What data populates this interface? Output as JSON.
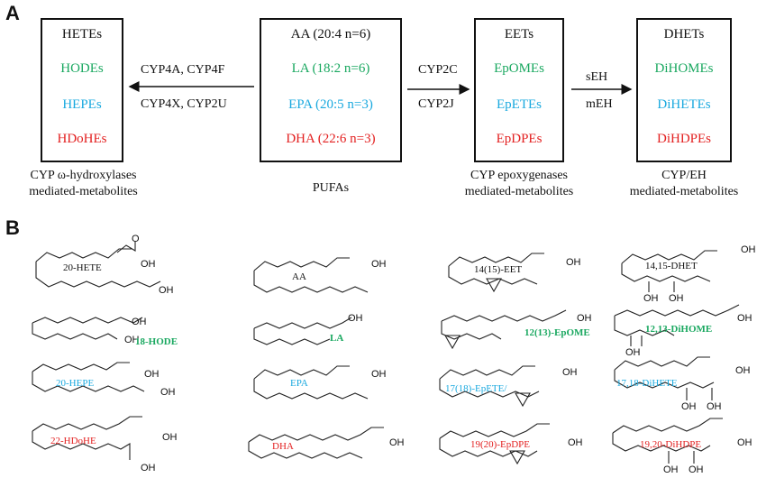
{
  "panel_a": {
    "letter": "A",
    "boxes": [
      {
        "id": "hetes",
        "items": [
          {
            "text": "HETEs",
            "color": "black"
          },
          {
            "text": "HODEs",
            "color": "green"
          },
          {
            "text": "HEPEs",
            "color": "cyan"
          },
          {
            "text": "HDoHEs",
            "color": "red"
          }
        ],
        "caption": [
          "CYP ω-hydroxylases",
          "mediated-metabolites"
        ]
      },
      {
        "id": "pufas",
        "items": [
          {
            "text": "AA (20:4 n=6)",
            "color": "black"
          },
          {
            "text": "LA (18:2 n=6)",
            "color": "green"
          },
          {
            "text": "EPA (20:5 n=3)",
            "color": "cyan"
          },
          {
            "text": "DHA (22:6 n=3)",
            "color": "red"
          }
        ],
        "caption": [
          "PUFAs"
        ]
      },
      {
        "id": "eets",
        "items": [
          {
            "text": "EETs",
            "color": "black"
          },
          {
            "text": "EpOMEs",
            "color": "green"
          },
          {
            "text": "EpETEs",
            "color": "cyan"
          },
          {
            "text": "EpDPEs",
            "color": "red"
          }
        ],
        "caption": [
          "CYP epoxygenases",
          "mediated-metabolites"
        ]
      },
      {
        "id": "dhets",
        "items": [
          {
            "text": "DHETs",
            "color": "black"
          },
          {
            "text": "DiHOMEs",
            "color": "green"
          },
          {
            "text": "DiHETEs",
            "color": "cyan"
          },
          {
            "text": "DiHDPEs",
            "color": "red"
          }
        ],
        "caption": [
          "CYP/EH",
          "mediated-metabolites"
        ]
      }
    ],
    "arrows": [
      {
        "id": "to-hetes",
        "top": "CYP4A, CYP4F",
        "bottom": "CYP4X, CYP2U"
      },
      {
        "id": "to-eets",
        "top": "CYP2C",
        "bottom": "CYP2J"
      },
      {
        "id": "to-dhets",
        "top": "sEH",
        "bottom": "mEH"
      }
    ]
  },
  "panel_b": {
    "letter": "B",
    "oh": "OH",
    "o": "O",
    "molecules": [
      {
        "id": "20-hete",
        "name": "20-HETE",
        "color": "black"
      },
      {
        "id": "18-hode",
        "name": "18-HODE",
        "color": "green"
      },
      {
        "id": "20-hepe",
        "name": "20-HEPE",
        "color": "cyan"
      },
      {
        "id": "22-hdohe",
        "name": "22-HDoHE",
        "color": "red"
      },
      {
        "id": "aa",
        "name": "AA",
        "color": "black"
      },
      {
        "id": "la",
        "name": "LA",
        "color": "green"
      },
      {
        "id": "epa",
        "name": "EPA",
        "color": "cyan"
      },
      {
        "id": "dha",
        "name": "DHA",
        "color": "red"
      },
      {
        "id": "14-15-eet",
        "name": "14(15)-EET",
        "color": "black"
      },
      {
        "id": "12-13-epome",
        "name": "12(13)-EpOME",
        "color": "green"
      },
      {
        "id": "17-18-epete",
        "name": "17(18)-EpETE/",
        "color": "cyan"
      },
      {
        "id": "19-20-epdpe",
        "name": "19(20)-EpDPE",
        "color": "red"
      },
      {
        "id": "14-15-dhet",
        "name": "14,15-DHET",
        "color": "black"
      },
      {
        "id": "12-13-dihome",
        "name": "12,13-DiHOME",
        "color": "green"
      },
      {
        "id": "17-18-dihete",
        "name": "17,18-DiHETE",
        "color": "cyan"
      },
      {
        "id": "19-20-dihdpe",
        "name": "19,20-DiHDPE",
        "color": "red"
      }
    ]
  }
}
